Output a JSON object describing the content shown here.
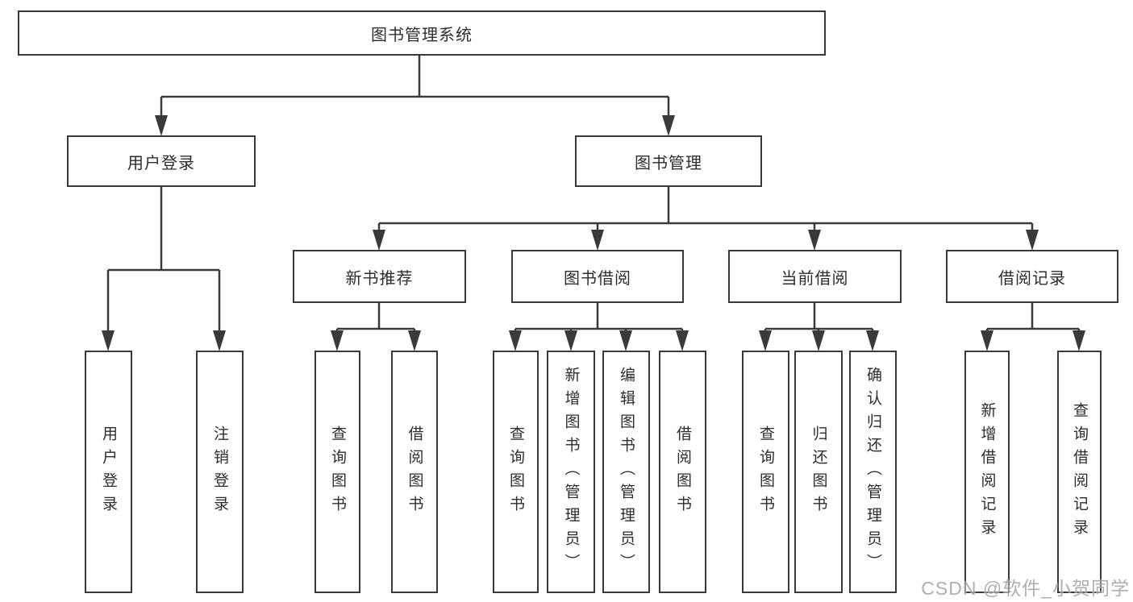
{
  "tree": {
    "root": {
      "label": "图书管理系统"
    },
    "level2": [
      {
        "label": "用户登录",
        "children": [
          {
            "label": "用户登录"
          },
          {
            "label": "注销登录"
          }
        ]
      },
      {
        "label": "图书管理",
        "children": [
          {
            "label": "新书推荐",
            "children": [
              {
                "label": "查询图书"
              },
              {
                "label": "借阅图书"
              }
            ]
          },
          {
            "label": "图书借阅",
            "children": [
              {
                "label": "查询图书"
              },
              {
                "label": "新增图书（管理员）"
              },
              {
                "label": "编辑图书（管理员）"
              },
              {
                "label": "借阅图书"
              }
            ]
          },
          {
            "label": "当前借阅",
            "children": [
              {
                "label": "查询图书"
              },
              {
                "label": "归还图书"
              },
              {
                "label": "确认归还（管理员）"
              }
            ]
          },
          {
            "label": "借阅记录",
            "children": [
              {
                "label": "新增借阅记录"
              },
              {
                "label": "查询借阅记录"
              }
            ]
          }
        ]
      }
    ]
  },
  "watermark": "CSDN @软件_小贺同学",
  "colors": {
    "line": "#3a3a3a",
    "text": "#2d2d2d",
    "watermark": "#a0a0a0",
    "background": "#ffffff"
  }
}
